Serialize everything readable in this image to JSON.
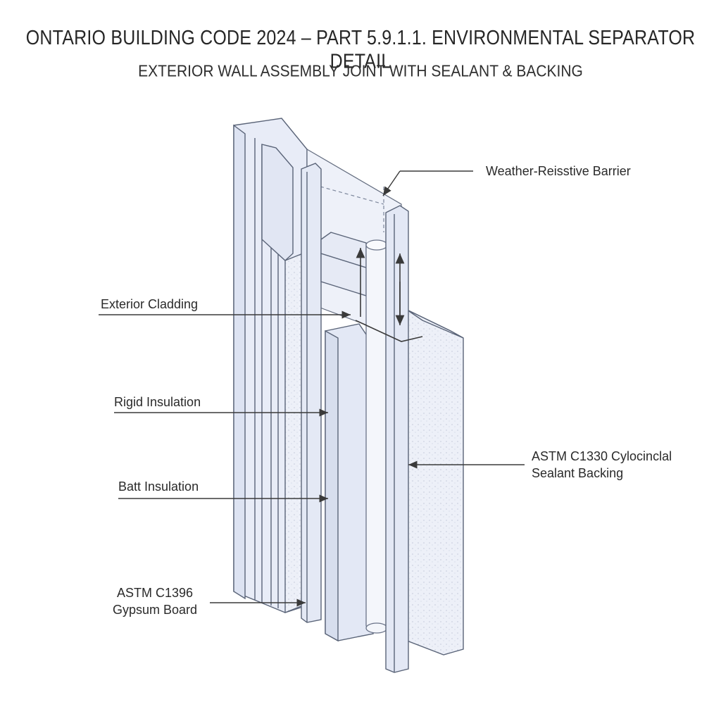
{
  "header": {
    "title": "ONTARIO BUILDING CODE 2024 – PART 5.9.1.1. ENVIRONMENTAL SEPARATOR DETAIL",
    "subtitle": "EXTERIOR WALL ASSEMBLY JOINT WITH SEALANT & BACKING"
  },
  "labels": {
    "weather_barrier": "Weather-Reisstive Barrier",
    "exterior_cladding": "Exterior Cladding",
    "rigid_insulation": "Rigid Insulation",
    "batt_insulation": "Batt Insulation",
    "gypsum_line1": "ASTM C1396",
    "gypsum_line2": "Gypsum Board",
    "backing_line1": "ASTM C1330 Cylocinclal",
    "backing_line2": "Sealant Backing"
  },
  "colors": {
    "panel_fill": "#e8ecf7",
    "panel_face": "#dde3f2",
    "panel_edge": "#5a6478",
    "leader": "#3a3a3a",
    "speckle_fill": "#edf0f8"
  }
}
